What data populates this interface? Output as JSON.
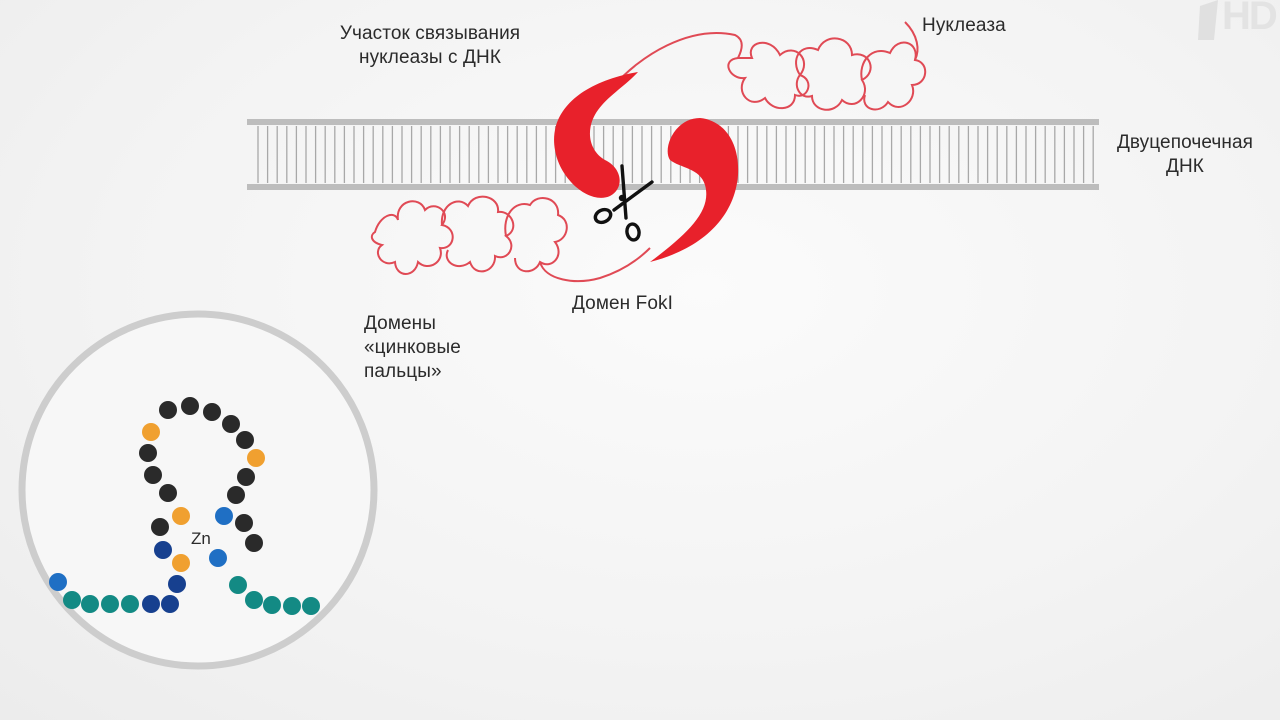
{
  "labels": {
    "binding_site": [
      "Участок связывания",
      "нуклеазы с ДНК"
    ],
    "nuclease": "Нуклеаза",
    "dsdna": [
      "Двуцепочечная",
      "ДНК"
    ],
    "fokI": "Домен FokI",
    "zinc_fingers": [
      "Домены",
      "«цинковые",
      "пальцы»"
    ],
    "zn": "Zn"
  },
  "logo": {
    "text": "HD"
  },
  "colors": {
    "red": "#e8212b",
    "outline_red": "#e04a55",
    "dna": "#9a9a9a",
    "black_bead": "#2a2a2a",
    "orange_bead": "#f0a030",
    "blue_bead": "#1f6fc4",
    "navy_bead": "#17408f",
    "teal_bead": "#138a84",
    "circle": "#c9c9c9"
  },
  "icons": [
    "scissors-icon"
  ]
}
